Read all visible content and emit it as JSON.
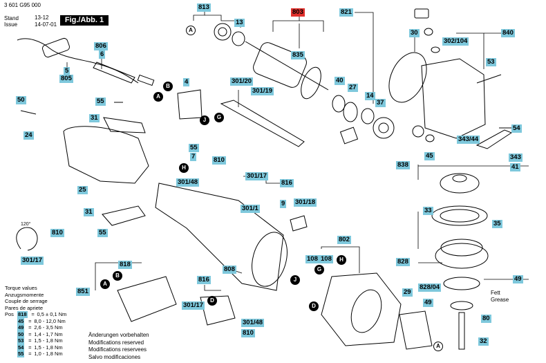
{
  "header": {
    "doc_number": "3 601 G95 000",
    "stand_label": "Stand",
    "stand_value": "13-12",
    "issue_label": "Issue",
    "issue_value": "14-07-01",
    "fig_title": "Fig./Abb. 1"
  },
  "parts": {
    "p813": "813",
    "p13": "13",
    "p803": "803",
    "p835": "835",
    "p821": "821",
    "p30": "30",
    "p840": "840",
    "p302_104": "302/104",
    "p806": "806",
    "p6": "6",
    "p5": "5",
    "p805": "805",
    "p40": "40",
    "p27": "27",
    "p14": "14",
    "p37": "37",
    "p53": "53",
    "p50": "50",
    "p55a": "55",
    "p4": "4",
    "p301_20": "301/20",
    "p301_19": "301/19",
    "p31a": "31",
    "p24": "24",
    "p25": "25",
    "p55b": "55",
    "p7": "7",
    "p810a": "810",
    "p301_17a": "301/17",
    "p301_48a": "301/48",
    "p816a": "816",
    "p54": "54",
    "p343_44": "343/44",
    "p343": "343",
    "p838": "838",
    "p45": "45",
    "p41": "41",
    "p9": "9",
    "p301_18": "301/18",
    "p301_1": "301/1",
    "p33": "33",
    "p35": "35",
    "p31b": "31",
    "p55c": "55",
    "p810b": "810",
    "p301_17b": "301/17",
    "p802": "802",
    "p108a": "108",
    "p108b": "108",
    "p828": "828",
    "p818": "818",
    "p808": "808",
    "p851": "851",
    "p816b": "816",
    "p828_04": "828/04",
    "p49a": "49",
    "p49b": "49",
    "p29": "29",
    "p301_17c": "301/17",
    "p301_48b": "301/48",
    "p810c": "810",
    "p80": "80",
    "p32": "32"
  },
  "markers": {
    "A1": "A",
    "B1": "B",
    "A2": "A",
    "G1": "G",
    "J1": "J",
    "H1": "H",
    "A3": "A",
    "B2": "B",
    "D1": "D",
    "G2": "G",
    "H2": "H",
    "J2": "J",
    "D2": "D",
    "A4": "A"
  },
  "notes": {
    "angle": "120°",
    "fett": "Fett",
    "grease": "Grease"
  },
  "torque": {
    "title_lines": [
      "Torque values",
      "Anzugsmomente",
      "Couple de serrage",
      "Pares de apriete"
    ],
    "pos_label": "Pos",
    "rows": [
      {
        "pos": "818",
        "eq": "=",
        "value": "0,5 ± 0,1 Nm"
      },
      {
        "pos": "45",
        "eq": "=",
        "value": "8,0 - 12,0 Nm"
      },
      {
        "pos": "49",
        "eq": "=",
        "value": "2,6 - 3,5 Nm"
      },
      {
        "pos": "50",
        "eq": "=",
        "value": "1,4 - 1,7 Nm"
      },
      {
        "pos": "53",
        "eq": "=",
        "value": "1,5 - 1,8 Nm"
      },
      {
        "pos": "54",
        "eq": "=",
        "value": "1,5 - 1,8 Nm"
      },
      {
        "pos": "55",
        "eq": "=",
        "value": "1,0 - 1,8 Nm"
      }
    ]
  },
  "modifications": [
    "Änderungen vorbehalten",
    "Modifications reserved",
    "Modifications reservees",
    "Salvo modificaciones"
  ],
  "colors": {
    "tag": "#7ec8dc",
    "highlight": "#e0302c",
    "line": "#000000"
  }
}
